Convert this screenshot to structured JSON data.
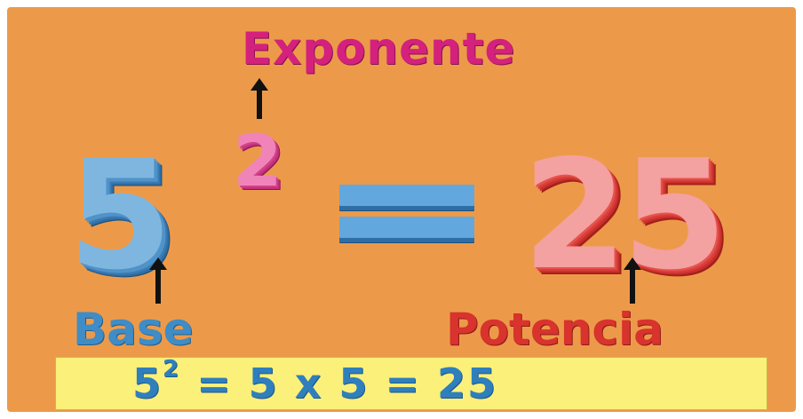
{
  "labels": {
    "exponent": "Exponente",
    "base": "Base",
    "power": "Potencia"
  },
  "equation": {
    "base": "5",
    "exponent": "2",
    "result": "25"
  },
  "formula": {
    "base": "5",
    "exponent": "2",
    "expansion": "= 5 x 5 = 25"
  },
  "colors": {
    "background": "#ec9a4a",
    "exponent": "#d4217d",
    "base": "#3f8cc6",
    "power": "#d8332d",
    "formula_box": "#fbf07a"
  },
  "icons": [
    "up-arrow-icon"
  ]
}
